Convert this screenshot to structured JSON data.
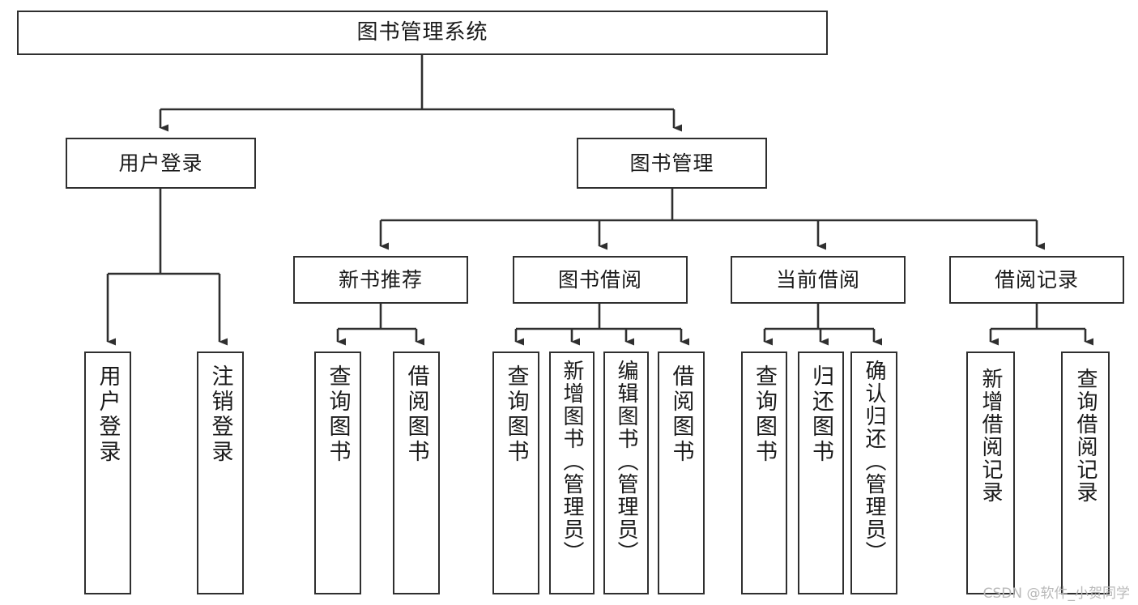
{
  "diagram": {
    "type": "tree",
    "title": "图书管理系统",
    "watermark": "CSDN @软件_小贺同学",
    "colors": {
      "stroke": "#2f2f2f",
      "fill": "#ffffff",
      "text": "#1a1a1a",
      "watermark": "#b9b9b9"
    },
    "nodes": {
      "root": "图书管理系统",
      "level2": {
        "user_login": "用户登录",
        "book_manage": "图书管理"
      },
      "level3": {
        "new_book_rec": "新书推荐",
        "book_borrow": "图书借阅",
        "current_borrow": "当前借阅",
        "borrow_record": "借阅记录"
      },
      "leaves": {
        "user_login_1": "用户登录",
        "user_login_2": "注销登录",
        "new_book_1": "查询图书",
        "new_book_2": "借阅图书",
        "borrow_1": "查询图书",
        "borrow_2": "新增图书（管理员）",
        "borrow_3": "编辑图书（管理员）",
        "borrow_4": "借阅图书",
        "current_1": "查询图书",
        "current_2": "归还图书",
        "current_3": "确认归还（管理员）",
        "record_1": "新增借阅记录",
        "record_2": "查询借阅记录"
      }
    }
  }
}
